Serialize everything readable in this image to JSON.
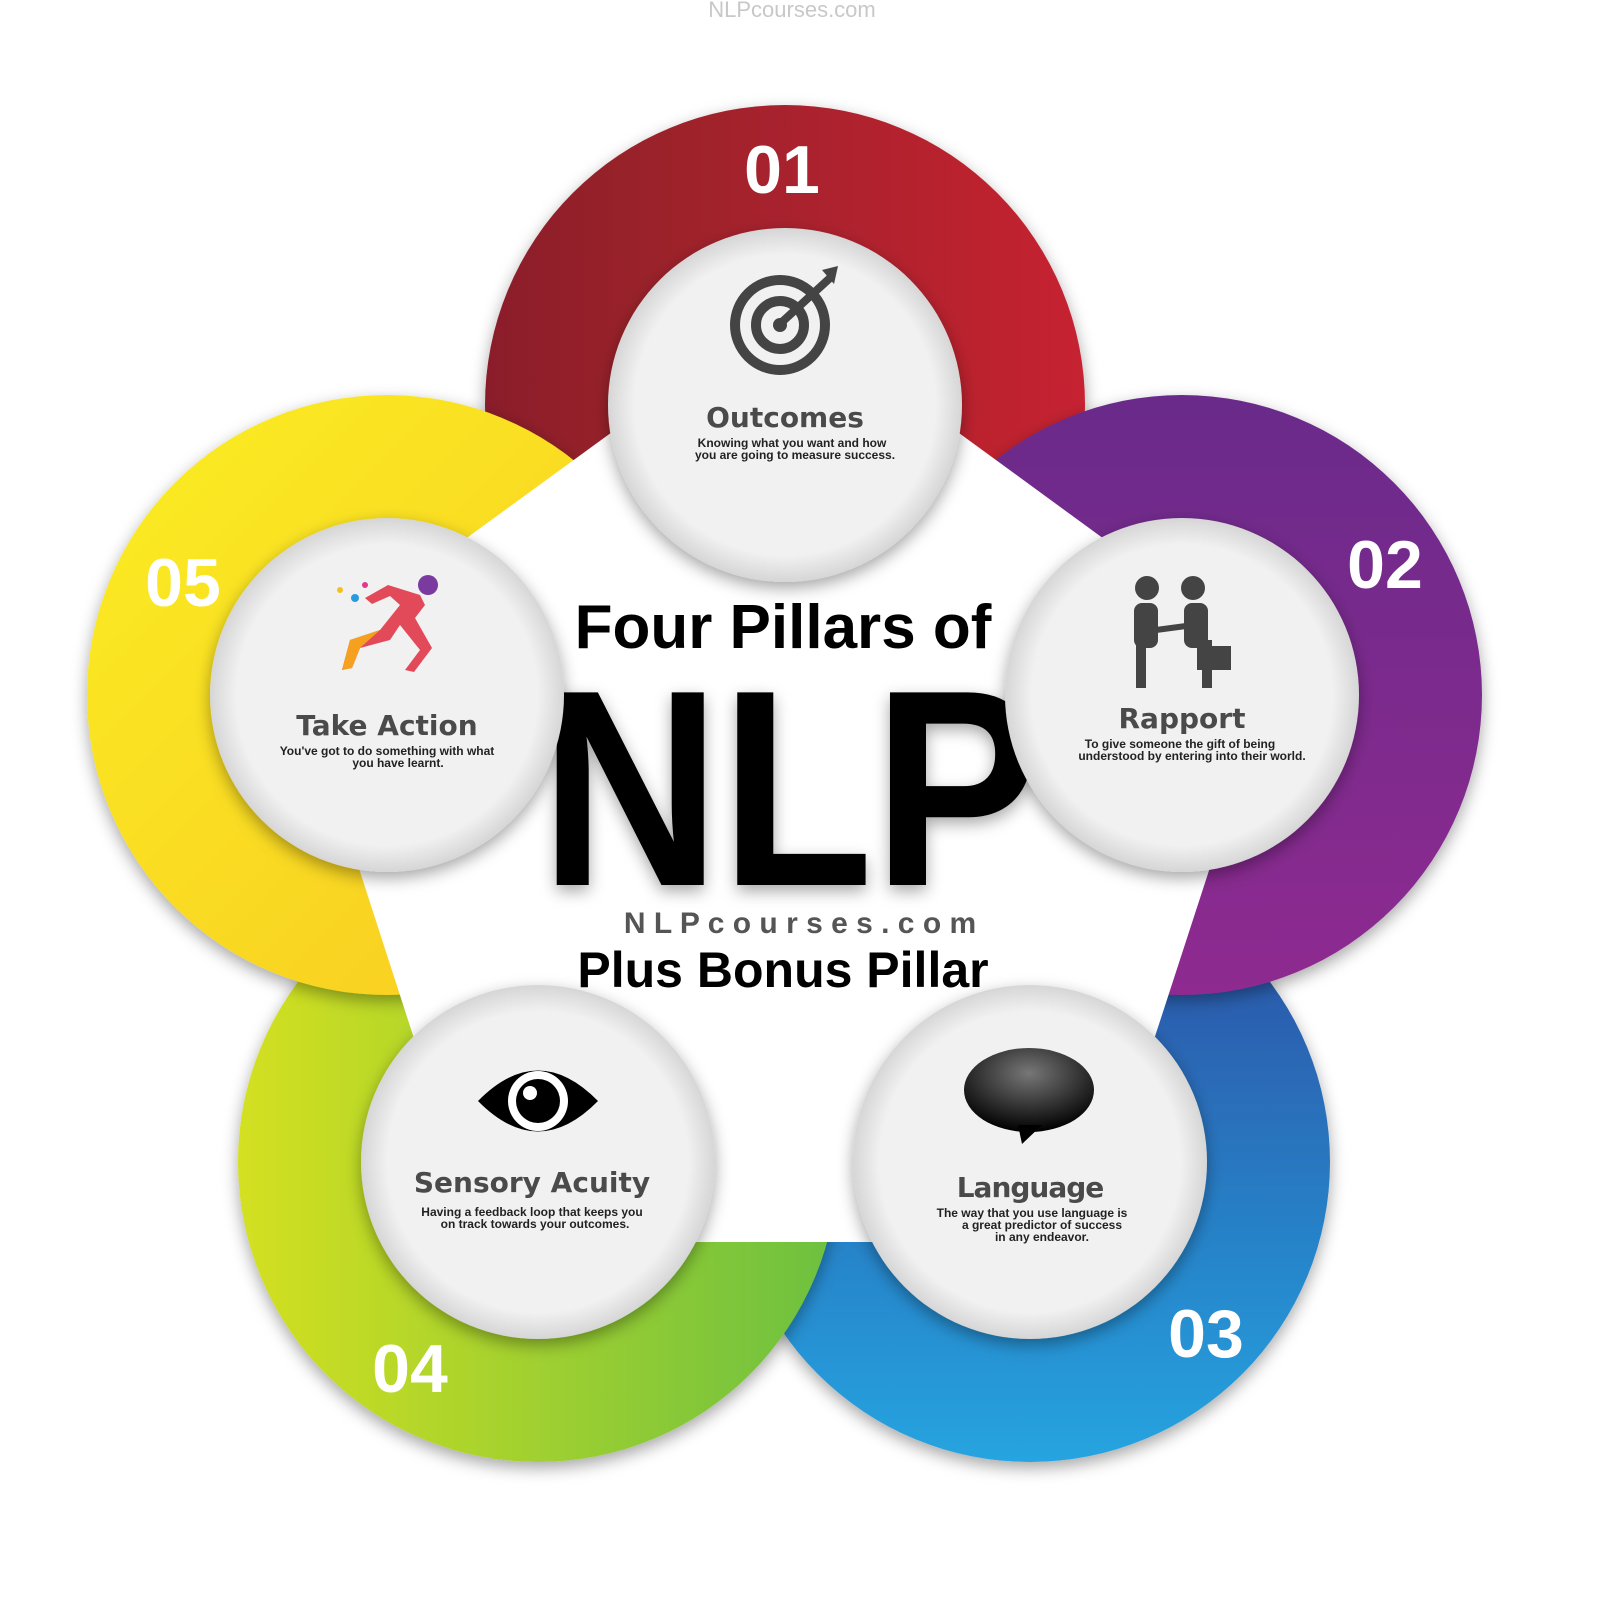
{
  "watermark": "NLPcourses.com",
  "center": {
    "line1": "Four Pillars of",
    "line2": "NLP",
    "site": "N L P c o u r s e s . c o m",
    "line3": "Plus Bonus Pillar"
  },
  "pillars": [
    {
      "number": "01",
      "title": "Outcomes",
      "desc": [
        "Knowing what you want and how",
        "you are going to measure success."
      ],
      "icon": "target-arrow-icon",
      "color": "#b8242e"
    },
    {
      "number": "02",
      "title": "Rapport",
      "desc": [
        "To give someone the gift of being",
        "understood by entering into their world."
      ],
      "icon": "handshake-people-icon",
      "color": "#7a2a8e"
    },
    {
      "number": "03",
      "title": "Language",
      "desc": [
        "The way that you use language is",
        "a great predictor of success",
        "in any endeavor."
      ],
      "icon": "speech-bubble-icon",
      "color": "#2a7cc6"
    },
    {
      "number": "04",
      "title": "Sensory Acuity",
      "desc": [
        "Having a feedback loop that keeps you",
        "on track towards your outcomes."
      ],
      "icon": "eye-icon",
      "color": "#9ccc2a"
    },
    {
      "number": "05",
      "title": "Take Action",
      "desc": [
        "You've got to do something with what",
        "you have learnt."
      ],
      "icon": "running-man-icon",
      "color": "#f8d81e"
    }
  ]
}
